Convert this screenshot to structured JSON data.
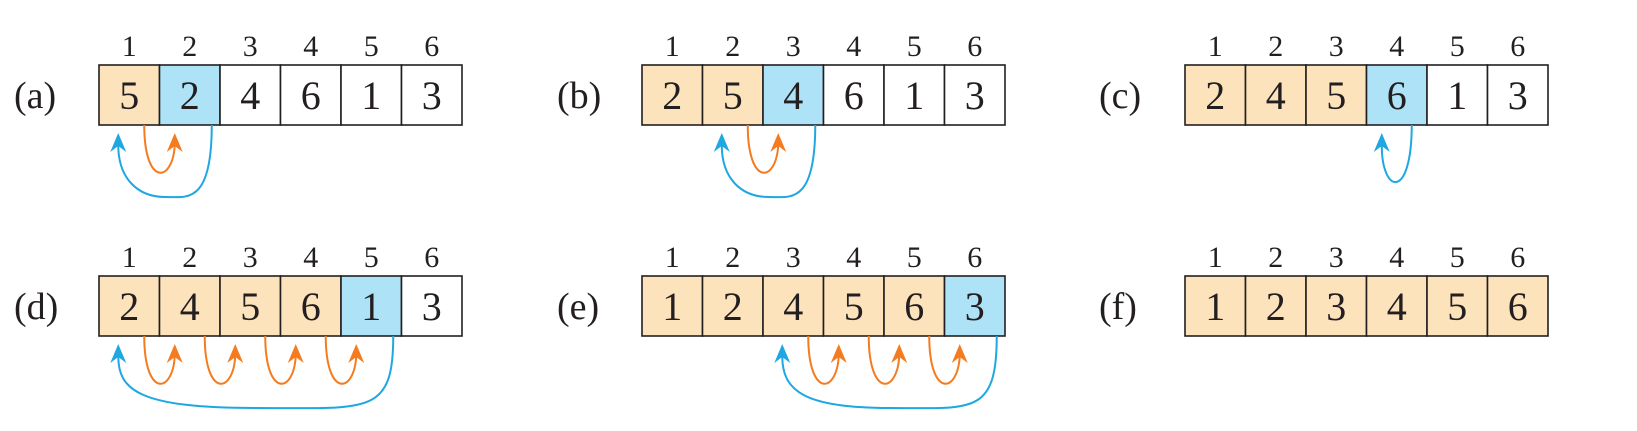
{
  "colors": {
    "sorted": "#fde3bc",
    "key": "#ade2f7",
    "unsorted": "#ffffff",
    "border": "#231f20",
    "shift_arrow": "#f47b20",
    "insert_arrow": "#1ea7e1"
  },
  "panels": [
    {
      "label": "(a)",
      "indices": [
        "1",
        "2",
        "3",
        "4",
        "5",
        "6"
      ],
      "values": [
        "5",
        "2",
        "4",
        "6",
        "1",
        "3"
      ],
      "states": [
        "sorted",
        "key",
        "unsorted",
        "unsorted",
        "unsorted",
        "unsorted"
      ],
      "shifts": [
        [
          1,
          2
        ]
      ],
      "insert": [
        2,
        1
      ]
    },
    {
      "label": "(b)",
      "indices": [
        "1",
        "2",
        "3",
        "4",
        "5",
        "6"
      ],
      "values": [
        "2",
        "5",
        "4",
        "6",
        "1",
        "3"
      ],
      "states": [
        "sorted",
        "sorted",
        "key",
        "unsorted",
        "unsorted",
        "unsorted"
      ],
      "shifts": [
        [
          2,
          3
        ]
      ],
      "insert": [
        3,
        2
      ]
    },
    {
      "label": "(c)",
      "indices": [
        "1",
        "2",
        "3",
        "4",
        "5",
        "6"
      ],
      "values": [
        "2",
        "4",
        "5",
        "6",
        "1",
        "3"
      ],
      "states": [
        "sorted",
        "sorted",
        "sorted",
        "key",
        "unsorted",
        "unsorted"
      ],
      "shifts": [],
      "insert": [
        4,
        4
      ]
    },
    {
      "label": "(d)",
      "indices": [
        "1",
        "2",
        "3",
        "4",
        "5",
        "6"
      ],
      "values": [
        "2",
        "4",
        "5",
        "6",
        "1",
        "3"
      ],
      "states": [
        "sorted",
        "sorted",
        "sorted",
        "sorted",
        "key",
        "unsorted"
      ],
      "shifts": [
        [
          1,
          2
        ],
        [
          2,
          3
        ],
        [
          3,
          4
        ],
        [
          4,
          5
        ]
      ],
      "insert": [
        5,
        1
      ]
    },
    {
      "label": "(e)",
      "indices": [
        "1",
        "2",
        "3",
        "4",
        "5",
        "6"
      ],
      "values": [
        "1",
        "2",
        "4",
        "5",
        "6",
        "3"
      ],
      "states": [
        "sorted",
        "sorted",
        "sorted",
        "sorted",
        "sorted",
        "key"
      ],
      "shifts": [
        [
          3,
          4
        ],
        [
          4,
          5
        ],
        [
          5,
          6
        ]
      ],
      "insert": [
        6,
        3
      ]
    },
    {
      "label": "(f)",
      "indices": [
        "1",
        "2",
        "3",
        "4",
        "5",
        "6"
      ],
      "values": [
        "1",
        "2",
        "3",
        "4",
        "5",
        "6"
      ],
      "states": [
        "sorted",
        "sorted",
        "sorted",
        "sorted",
        "sorted",
        "sorted"
      ],
      "shifts": [],
      "insert": null
    }
  ]
}
